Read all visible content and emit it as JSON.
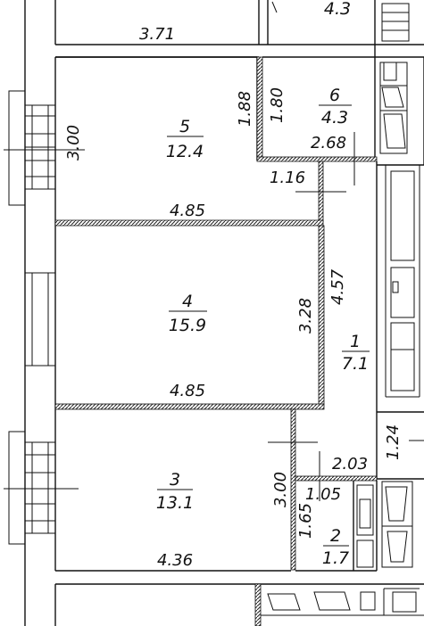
{
  "rooms": [
    {
      "id": "1",
      "area": "7.1"
    },
    {
      "id": "2",
      "area": "1.7"
    },
    {
      "id": "3",
      "area": "13.1"
    },
    {
      "id": "4",
      "area": "15.9"
    },
    {
      "id": "5",
      "area": "12.4"
    },
    {
      "id": "6",
      "area": "4.3"
    }
  ],
  "top_partial_label": "4.3",
  "dimensions": {
    "top_width": "3.71",
    "room5_width": "4.85",
    "room5_height": "3.00",
    "room5_notch": "1.88",
    "room6_height": "1.80",
    "room6_width": "2.68",
    "hall_notch": "1.16",
    "room4_width": "4.85",
    "room4_height": "3.28",
    "hall_length": "4.57",
    "hall_side": "1.24",
    "hall_bottom": "2.03",
    "room3_height": "3.00",
    "room3_width": "4.36",
    "bath_width": "1.05",
    "bath_height": "1.65"
  }
}
